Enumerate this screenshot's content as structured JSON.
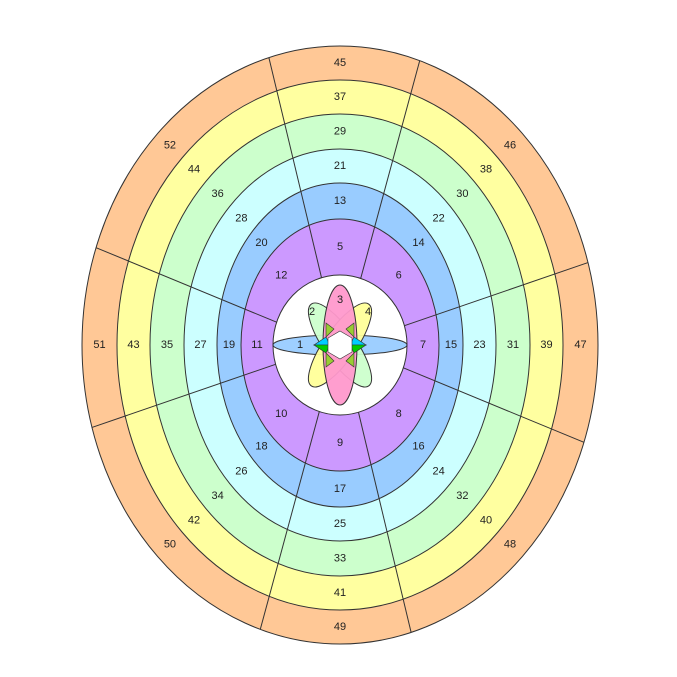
{
  "colors": {
    "ring_fills": [
      "#ffc896",
      "#ffffa0",
      "#ccffcc",
      "#ccffff",
      "#99ccff",
      "#cc99ff"
    ],
    "inner_disc": "#ffffff",
    "petal_pink": "#ff99cc",
    "petal_yellow": "#ffff99",
    "petal_green": "#ccffcc",
    "petal_blue": "#99ccff",
    "overlap_green": "#00cc00",
    "overlap_cyan": "#00ccff",
    "overlap_olive": "#99cc33",
    "stroke": "#333333"
  },
  "rings": [
    {
      "name": "ring-6",
      "labels": {
        "top": "45",
        "topright": "46",
        "right": "47",
        "bottomright": "48",
        "bottom": "49",
        "bottomleft": "50",
        "left": "51",
        "topleft": "52"
      }
    },
    {
      "name": "ring-5",
      "labels": {
        "top": "37",
        "topright": "38",
        "right": "39",
        "bottomright": "40",
        "bottom": "41",
        "bottomleft": "42",
        "left": "43",
        "topleft": "44"
      }
    },
    {
      "name": "ring-4",
      "labels": {
        "top": "29",
        "topright": "30",
        "right": "31",
        "bottomright": "32",
        "bottom": "33",
        "bottomleft": "34",
        "left": "35",
        "topleft": "36"
      }
    },
    {
      "name": "ring-3",
      "labels": {
        "top": "21",
        "topright": "22",
        "right": "23",
        "bottomright": "24",
        "bottom": "25",
        "bottomleft": "26",
        "left": "27",
        "topleft": "28"
      }
    },
    {
      "name": "ring-2",
      "labels": {
        "top": "13",
        "topright": "14",
        "right": "15",
        "bottomright": "16",
        "bottom": "17",
        "bottomleft": "18",
        "left": "19",
        "topleft": "20"
      }
    },
    {
      "name": "ring-1",
      "labels": {
        "top": "5",
        "topright": "6",
        "right": "7",
        "bottomright": "8",
        "bottom": "9",
        "bottomleft": "10",
        "left": "11",
        "topleft": "12"
      }
    }
  ],
  "petals": {
    "horizontal": "1",
    "upper_left": "2",
    "vertical": "3",
    "upper_right": "4"
  }
}
